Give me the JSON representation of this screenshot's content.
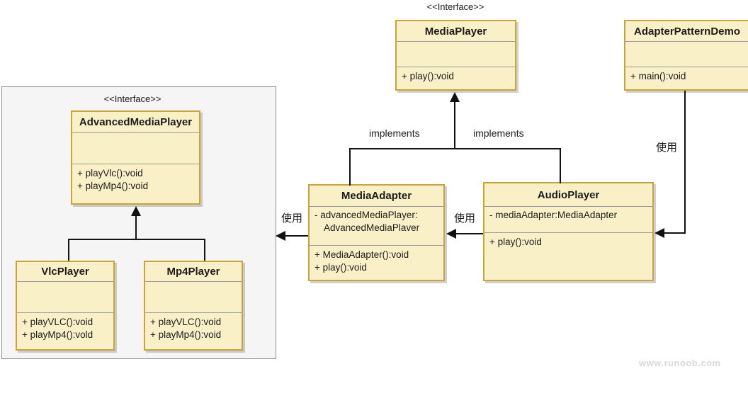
{
  "stereotypes": {
    "interface_top": "<<Interface>>",
    "interface_left": "<<Interface>>"
  },
  "classes": {
    "media_player": {
      "title": "MediaPlayer",
      "attributes": [],
      "methods": [
        "+ play():void"
      ]
    },
    "adapter_pattern_demo": {
      "title": "AdapterPatternDemo",
      "attributes": [],
      "methods": [
        "+ main():void"
      ]
    },
    "advanced_media_player": {
      "title": "AdvancedMediaPlayer",
      "attributes": [],
      "methods": [
        "+ playVlc():void",
        "+ playMp4():void"
      ]
    },
    "vlc_player": {
      "title": "VlcPlayer",
      "attributes": [],
      "methods": [
        "+ playVLC():void",
        "+ playMp4():vold"
      ]
    },
    "mp4_player": {
      "title": "Mp4Player",
      "attributes": [],
      "methods": [
        "+ playVLC():void",
        "+ playMp4():void"
      ]
    },
    "media_adapter": {
      "title": "MediaAdapter",
      "attributes": [
        "- advancedMediaPlayer:",
        "AdvancedMediaPlaver"
      ],
      "methods": [
        "+ MediaAdapter():void",
        "+ play():void"
      ]
    },
    "audio_player": {
      "title": "AudioPlayer",
      "attributes": [
        "- mediaAdapter:MediaAdapter"
      ],
      "methods": [
        "+ play():void"
      ]
    }
  },
  "relations": {
    "implements_left": "implements",
    "implements_right": "implements",
    "use_media_adapter": "使用",
    "use_audio_player": "使用",
    "use_demo": "使用"
  },
  "watermark": "www.runoob.com",
  "colors": {
    "class_fill": "#faf0c8",
    "class_border": "#c9a634",
    "group_fill": "#f5f5f5",
    "group_border": "#8e8e8e",
    "line_color": "#111111",
    "watermark_color": "#d8d8d8"
  }
}
